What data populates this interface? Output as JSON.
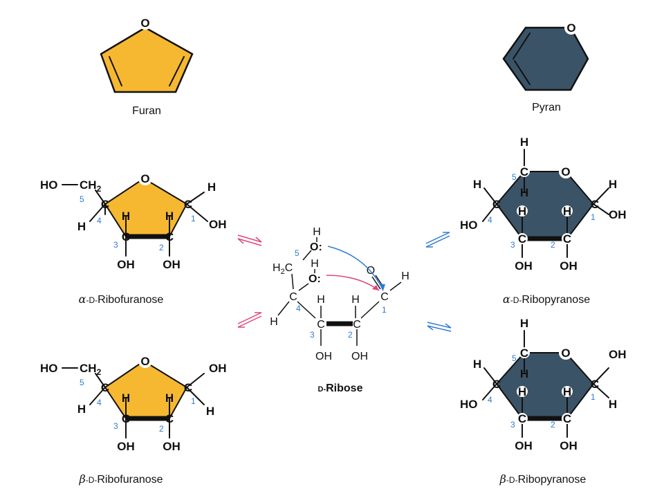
{
  "colors": {
    "furanose_fill": "#f6b830",
    "pyranose_fill": "#3b5367",
    "oh_highlight": "#d81b60",
    "arrow_blue": "#2f7bd1",
    "arrow_pink": "#e0457b",
    "locant": "#2f7bd1"
  },
  "captions": {
    "furan": "Furan",
    "pyran": "Pyran",
    "alpha_furanose_greek": "α",
    "alpha_furanose_prefix": "-D-",
    "alpha_furanose_name": "Ribofuranose",
    "beta_furanose_greek": "β",
    "beta_furanose_prefix": "-D-",
    "beta_furanose_name": "Ribofuranose",
    "alpha_pyranose_greek": "α",
    "alpha_pyranose_prefix": "-D-",
    "alpha_pyranose_name": "Ribopyranose",
    "beta_pyranose_greek": "β",
    "beta_pyranose_prefix": "-D-",
    "beta_pyranose_name": "Ribopyranose",
    "ribose_prefix": "D-",
    "ribose_name": "Ribose"
  },
  "atoms": {
    "o": "O",
    "c": "C",
    "h": "H",
    "oh": "OH",
    "ho": "HO",
    "ho_ch2": "HO",
    "ch2": "CH",
    "sub2": "2",
    "h2c_h": "H",
    "h2c_c": "C",
    "o_colon": "O:"
  },
  "locants": [
    "1",
    "2",
    "3",
    "4",
    "5"
  ]
}
